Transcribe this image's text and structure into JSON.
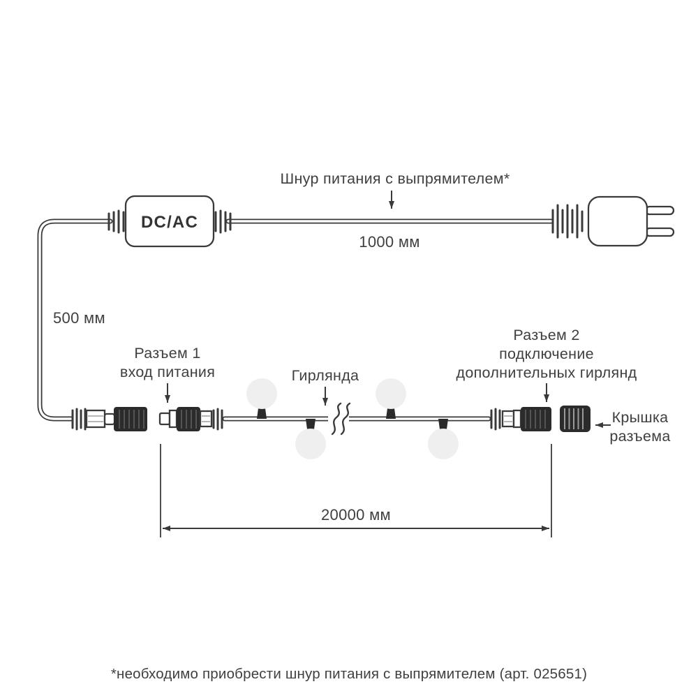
{
  "diagram": {
    "top": {
      "power_cord_label": "Шнур питания с выпрямителем*",
      "cord_length": "1000 мм",
      "converter_label": "DC/AC"
    },
    "left": {
      "cable_length": "500 мм"
    },
    "middle": {
      "connector1_label": [
        "Разъем 1",
        "вход питания"
      ],
      "garland_label": "Гирлянда",
      "connector2_label": [
        "Разъем 2",
        "подключение",
        "дополнительных гирлянд"
      ],
      "cap_label": [
        "Крышка",
        "разъема"
      ],
      "garland_length": "20000 мм"
    },
    "footnote": "*необходимо приобрести шнур питания с выпрямителем (арт. 025651)",
    "colors": {
      "line": "#3a3a3a",
      "dark_fill": "#2b2b2b",
      "bulb_fill": "#efefef",
      "background": "#ffffff"
    }
  }
}
